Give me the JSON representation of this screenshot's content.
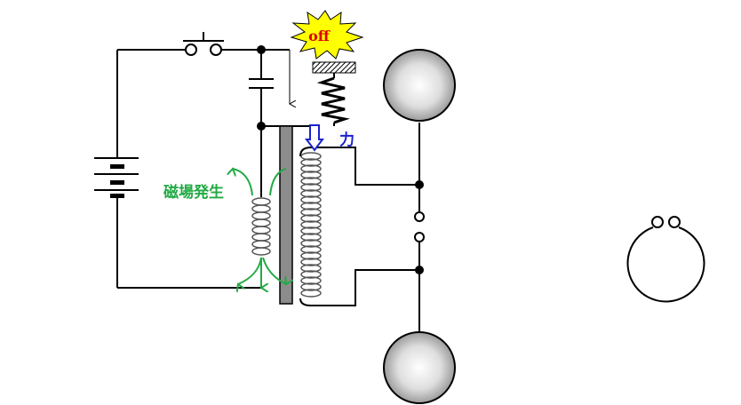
{
  "labels": {
    "burst_text": "off",
    "force_text": "力",
    "magnetic_text": "磁場発生"
  },
  "colors": {
    "wire": "#000000",
    "magnetic_field": "#22aa44",
    "force_arrow": "#1a22cc",
    "burst_fill": "#ffff00",
    "burst_text": "#dd0000",
    "core": "#8c8c8c",
    "coil": "#555555"
  }
}
